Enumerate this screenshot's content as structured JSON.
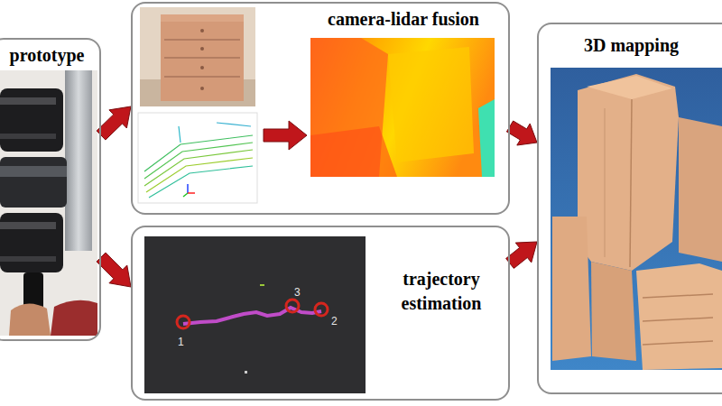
{
  "diagram": {
    "nodes": [
      {
        "text": [
          "prototype"
        ]
      },
      {
        "text": [
          "camera-lidar fusion"
        ]
      },
      {
        "text": [
          "trajectory estimation"
        ]
      },
      {
        "text": [
          "3D mapping"
        ]
      }
    ],
    "edges": [
      {
        "from": 0,
        "to": 1,
        "arrow": "to"
      },
      {
        "from": 0,
        "to": 2,
        "arrow": "to"
      },
      {
        "from": 1,
        "to": 3,
        "arrow": "to"
      },
      {
        "from": 2,
        "to": 3,
        "arrow": "to"
      }
    ],
    "labels": [
      "1",
      "3",
      "2"
    ]
  }
}
